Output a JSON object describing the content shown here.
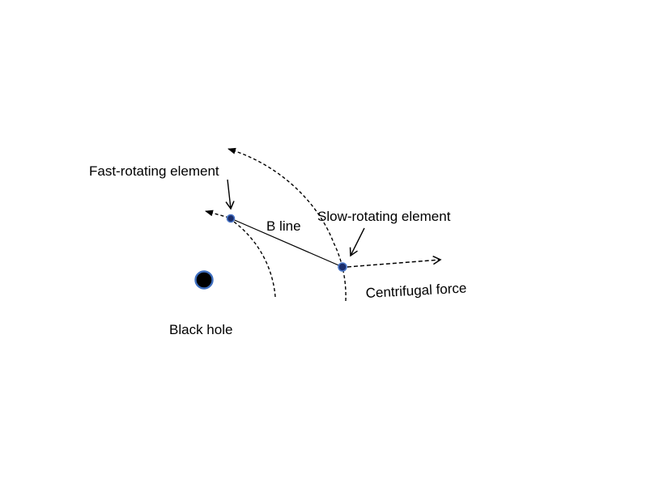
{
  "labels": {
    "fast_element": "Fast-rotating element",
    "slow_element": "Slow-rotating element",
    "b_line": "B line",
    "centrifugal_force": "Centrifugal force",
    "black_hole": "Black hole"
  },
  "colors": {
    "stroke": "#000000",
    "element_fill": "#1a2d6b",
    "element_stroke": "#4a76c7",
    "black_hole_fill": "#000000",
    "black_hole_ring": "#3f6fbf"
  }
}
